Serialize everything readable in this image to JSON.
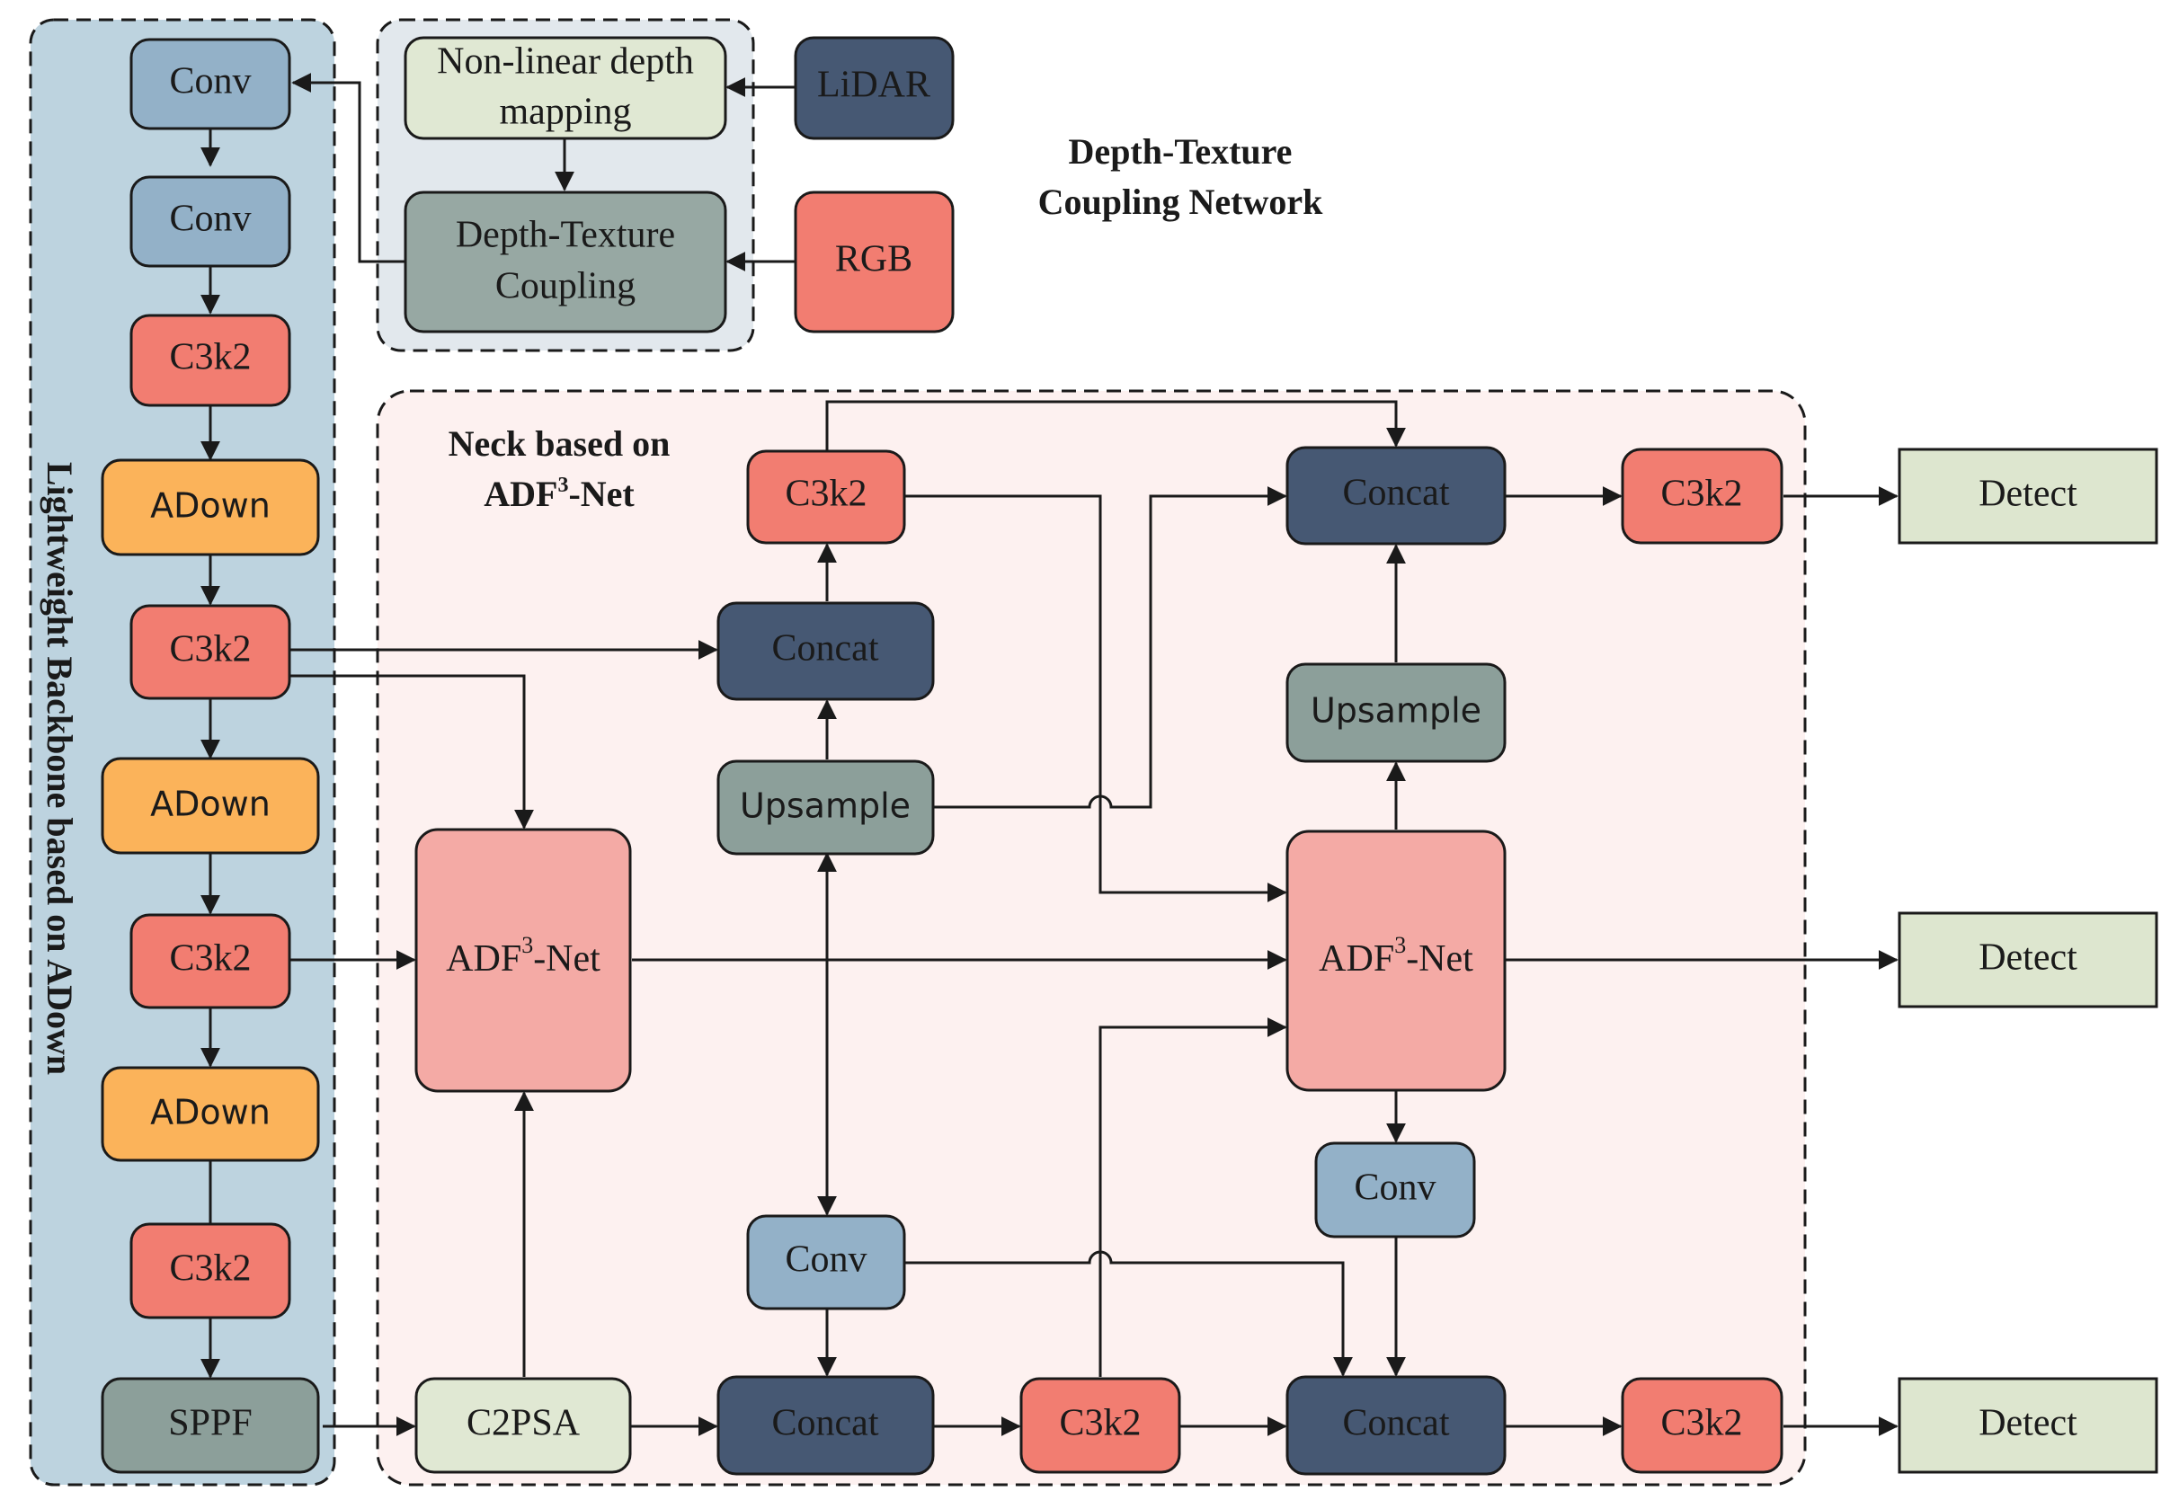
{
  "groups": {
    "backbone": {
      "title": "Lightweight Backbone based on ADown",
      "fill": "#bdd3df"
    },
    "coupling": {
      "title_line1": "Depth-Texture",
      "title_line2": "Coupling Network",
      "fill": "#e2e8ed"
    },
    "neck": {
      "title_line1": "Neck based on",
      "title_line2_pre": "ADF",
      "title_line2_sup": "3",
      "title_line2_post": "-Net",
      "fill": "#fdf1f0"
    }
  },
  "colors": {
    "conv": "#93b1c8",
    "c3k2": "#f27d71",
    "adown": "#fbb35a",
    "sppf": "#8c9f9a",
    "concat": "#465873",
    "upsample": "#8c9f9a",
    "c2psa": "#e0e8d3",
    "adf": "#f4aaa5",
    "detect": "#dde6cf",
    "lidar": "#465873",
    "rgb": "#f27d71",
    "nonlinear": "#e0e8d3",
    "dtc": "#97a8a3"
  },
  "nodes": {
    "bb_conv1": "Conv",
    "bb_conv2": "Conv",
    "bb_c3k2_1": "C3k2",
    "bb_adown1": "ADown",
    "bb_c3k2_2": "C3k2",
    "bb_adown2": "ADown",
    "bb_c3k2_3": "C3k2",
    "bb_adown3": "ADown",
    "bb_c3k2_4": "C3k2",
    "bb_sppf": "SPPF",
    "lidar": "LiDAR",
    "rgb": "RGB",
    "nonlinear_line1": "Non-linear depth",
    "nonlinear_line2": "mapping",
    "dtc_line1": "Depth-Texture",
    "dtc_line2": "Coupling",
    "c2psa": "C2PSA",
    "adf_left_pre": "ADF",
    "adf_left_sup": "3",
    "adf_left_post": "-Net",
    "adf_right_pre": "ADF",
    "adf_right_sup": "3",
    "adf_right_post": "-Net",
    "concat_top_mid": "Concat",
    "c3k2_top_mid": "C3k2",
    "upsample_mid": "Upsample",
    "conv_mid": "Conv",
    "concat_bottom_mid": "Concat",
    "c3k2_bottom_mid": "C3k2",
    "concat_top_right": "Concat",
    "upsample_right": "Upsample",
    "conv_right": "Conv",
    "concat_bottom_right": "Concat",
    "c3k2_top_right": "C3k2",
    "c3k2_bottom_right": "C3k2",
    "detect_top": "Detect",
    "detect_mid": "Detect",
    "detect_bottom": "Detect"
  }
}
